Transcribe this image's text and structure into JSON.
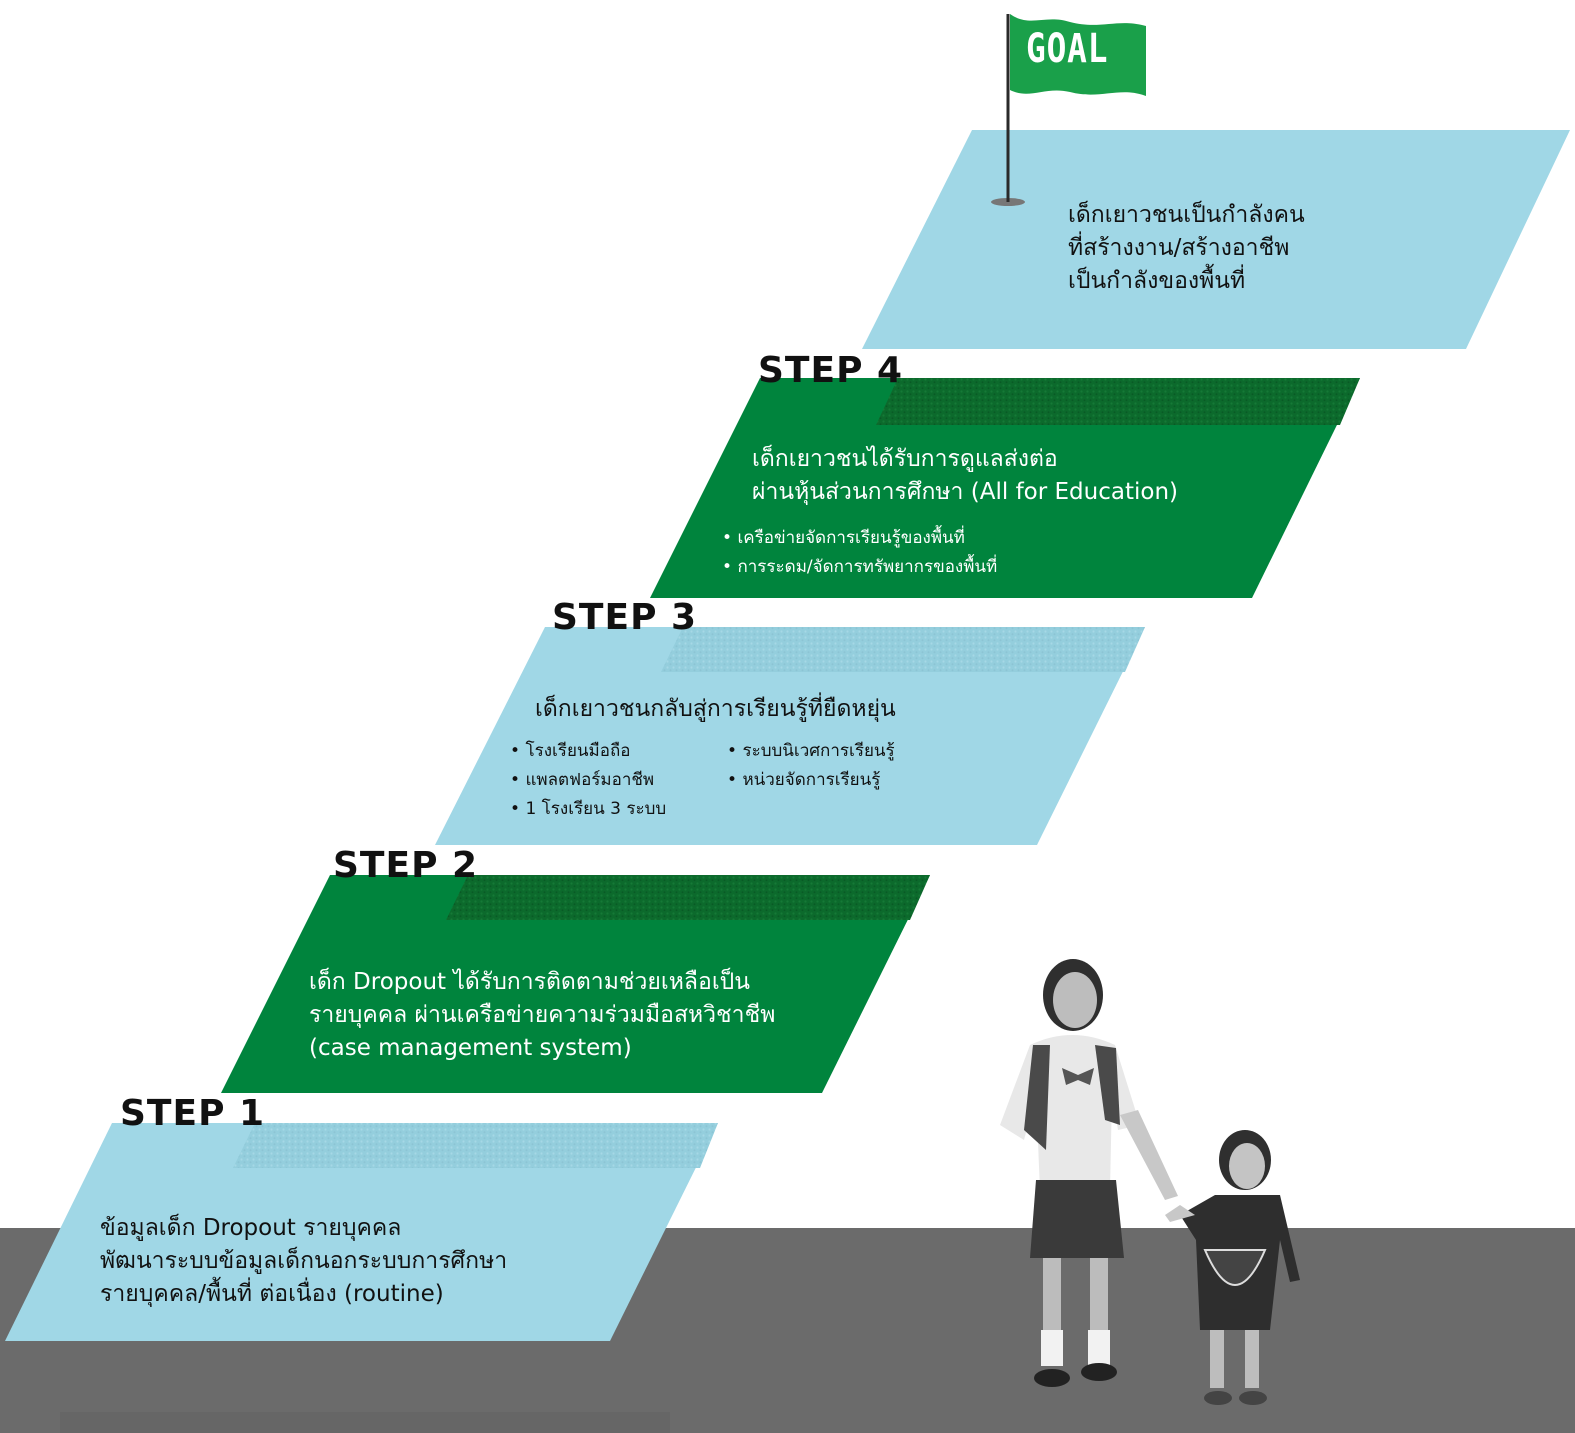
{
  "goal": {
    "flag_label": "GOAL",
    "lines": [
      "เด็กเยาวชนเป็นกำลังคน",
      "ที่สร้างงาน/สร้างอาชีพ",
      "เป็นกำลังของพื้นที่"
    ]
  },
  "steps": [
    {
      "label": "STEP 1",
      "lines": [
        "ข้อมูลเด็ก Dropout รายบุคคล",
        "พัฒนาระบบข้อมูลเด็กนอกระบบการศึกษา",
        "รายบุคคล/พื้นที่ ต่อเนื่อง (routine)"
      ]
    },
    {
      "label": "STEP 2",
      "lines": [
        "เด็ก Dropout ได้รับการติดตามช่วยเหลือเป็น",
        "รายบุคคล ผ่านเครือข่ายความร่วมมือสหวิชาชีพ",
        "(case management system)"
      ]
    },
    {
      "label": "STEP 3",
      "lines": [
        "เด็กเยาวชนกลับสู่การเรียนรู้ที่ยืดหยุ่น"
      ],
      "bullets_left": [
        "โรงเรียนมือถือ",
        "แพลตฟอร์มอาชีพ",
        "1 โรงเรียน 3 ระบบ"
      ],
      "bullets_right": [
        "ระบบนิเวศการเรียนรู้",
        "หน่วยจัดการเรียนรู้"
      ]
    },
    {
      "label": "STEP 4",
      "lines": [
        "เด็กเยาวชนได้รับการดูแลส่งต่อ",
        "ผ่านหุ้นส่วนการศึกษา (All for Education)"
      ],
      "bullets": [
        "เครือข่ายจัดการเรียนรู้ของพื้นที่",
        "การระดม/จัดการทรัพยากรของพื้นที่"
      ]
    }
  ],
  "colors": {
    "light_blue": "#a0d7e6",
    "green": "#00843d",
    "dark_green": "#0b6a2e",
    "ground": "#6b6b6b",
    "flag": "#1aa04a"
  }
}
